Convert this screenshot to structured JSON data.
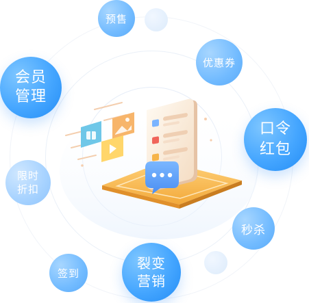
{
  "features": {
    "presale": "预售",
    "member_management": "会员\n管理",
    "coupon": "优惠券",
    "red_packet": "口令\n红包",
    "limited_discount": "限时\n折扣",
    "flash_sale": "秒杀",
    "fission_marketing": "裂变\n营销",
    "check_in": "签到"
  },
  "colors": {
    "primary_blue": "#3a9cf9",
    "soft_blue": "#a6d2ff",
    "platform_orange": "#f6b14a"
  },
  "icons": {
    "illustration": "marketing-center-illustration",
    "chat": "chat-bubble-icon",
    "video": "video-play-icon",
    "image": "image-icon",
    "document": "document-icon"
  }
}
